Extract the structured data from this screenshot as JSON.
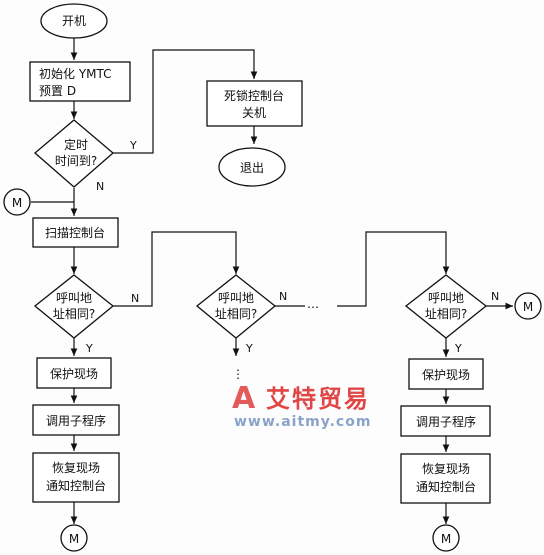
{
  "start": {
    "label": "开机"
  },
  "init": {
    "line1": "初始化 YMTC",
    "line2": "预置    D"
  },
  "timer_check": {
    "line1": "定时",
    "line2": "时间到?"
  },
  "deadlock": {
    "line1": "死锁控制台",
    "line2": "关机"
  },
  "exit": {
    "label": "退出"
  },
  "scan": {
    "label": "扫描控制台"
  },
  "call_check": {
    "line1": "呼叫地",
    "line2": "址相同?"
  },
  "protect": {
    "label": "保护现场"
  },
  "subroutine": {
    "label": "调用子程序"
  },
  "restore": {
    "line1": "恢复现场",
    "line2": "通知控制台"
  },
  "connector": {
    "label": "M"
  },
  "branch": {
    "yes": "Y",
    "no": "N"
  },
  "ellipsis": {
    "h": "…",
    "v": "⋮"
  },
  "watermark": {
    "name": "艾特贸易",
    "url": "www.aitmy.com"
  }
}
